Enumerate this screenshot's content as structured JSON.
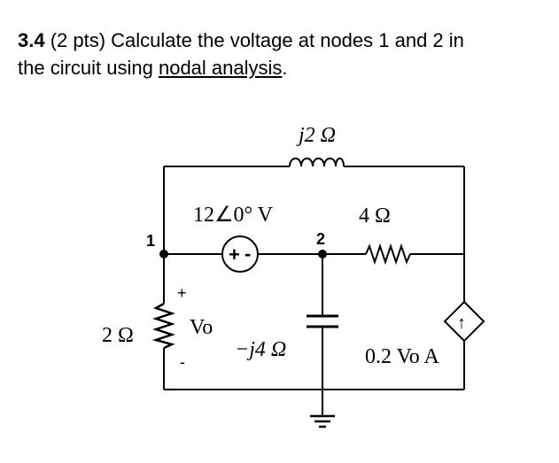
{
  "question": {
    "number": "3.4",
    "points": " (2 pts) Calculate the voltage at nodes 1 and 2 in",
    "line2_prefix": "the circuit using ",
    "method": "nodal analysis",
    "line2_suffix": "."
  },
  "circuit": {
    "inductor_label": "j2 Ω",
    "source_label": "12∠0° V",
    "source_plus": "+",
    "source_minus": "-",
    "node1_label": "1",
    "node2_label": "2",
    "resistor4_label": "4 Ω",
    "resistor2_label": "2 Ω",
    "vo_plus": "+",
    "vo_minus": "-",
    "vo_label": "Vo",
    "capacitor_label": "−j4 Ω",
    "dep_source_label": "0.2 Vo A",
    "dep_arrow": "↑"
  }
}
